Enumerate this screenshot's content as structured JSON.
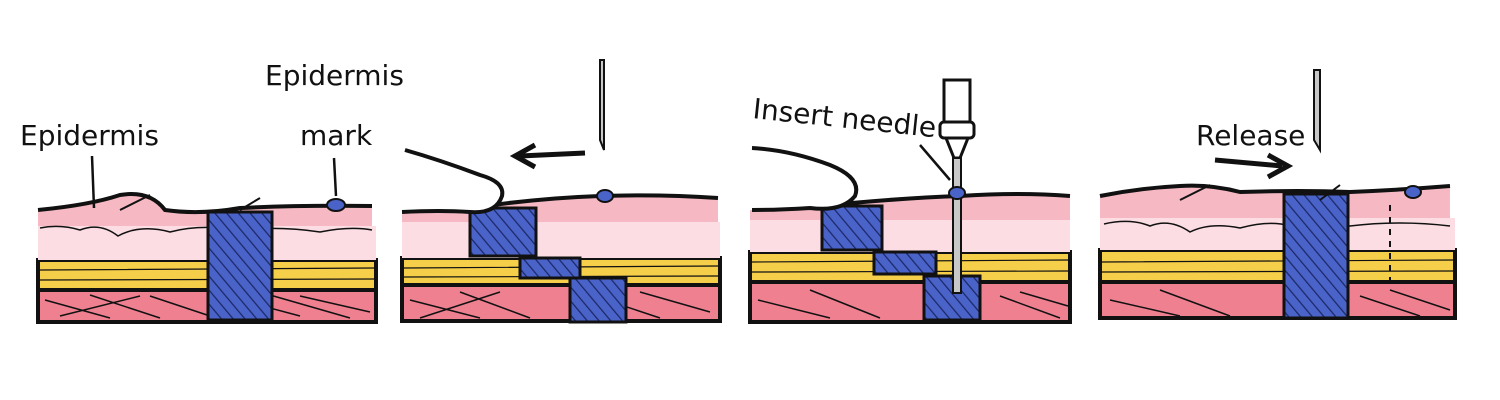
{
  "labels": {
    "panel1_epidermis_left": "Epidermis",
    "panel1_epidermis_top": "Epidermis",
    "panel1_mark": "mark",
    "panel3_insert_needle": "Insert needle",
    "panel4_release": "Release"
  },
  "colors": {
    "epidermis_pink": "#f6b9c3",
    "dermis_light_pink": "#fbdde3",
    "fat_yellow": "#f6cf4a",
    "muscle_pink": "#ee8090",
    "tissue_blue": "#4a63c8",
    "outline": "#111111",
    "needle_gray": "#c8c8c8"
  },
  "panels": [
    {
      "step": 1,
      "name": "initial-tissue"
    },
    {
      "step": 2,
      "name": "pinch-and-shift"
    },
    {
      "step": 3,
      "name": "insert-needle"
    },
    {
      "step": 4,
      "name": "release"
    }
  ]
}
